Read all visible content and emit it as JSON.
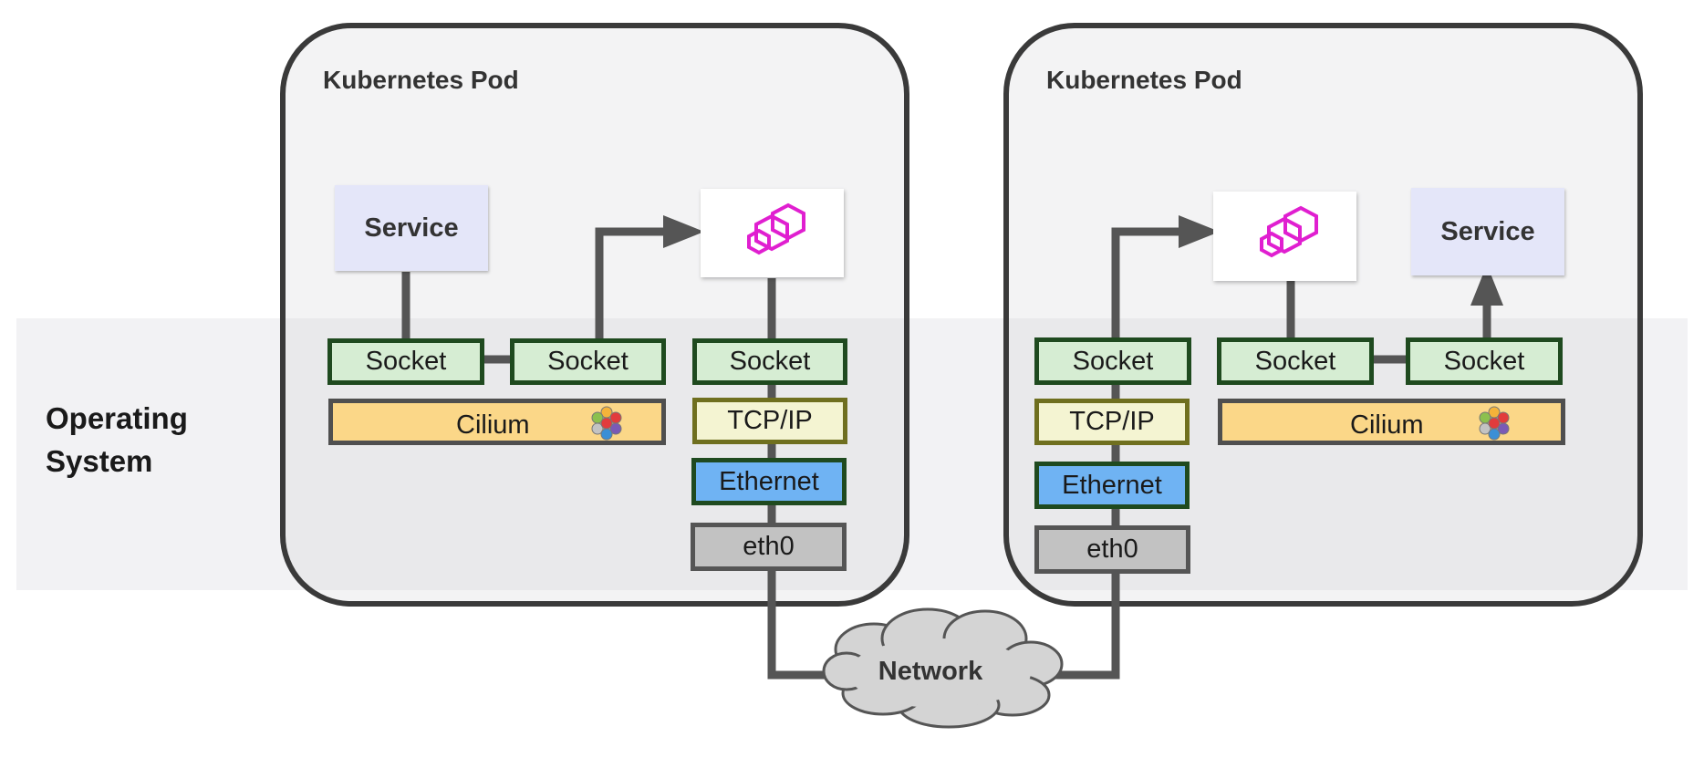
{
  "os_band": {
    "label_line1": "Operating",
    "label_line2": "System"
  },
  "pods": [
    {
      "title": "Kubernetes Pod"
    },
    {
      "title": "Kubernetes Pod"
    }
  ],
  "labels": {
    "service": "Service",
    "socket": "Socket",
    "cilium": "Cilium",
    "tcpip": "TCP/IP",
    "ethernet": "Ethernet",
    "eth0": "eth0",
    "network": "Network"
  },
  "icons": {
    "envoy": "envoy-hexagon-icon",
    "cilium": "cilium-logo-icon"
  },
  "colors": {
    "socket_fill": "#d6edd3",
    "socket_border": "#1f4a1f",
    "tcpip_fill": "#f4f4d2",
    "ethernet_fill": "#6fb3f3",
    "eth0_fill": "#c2c2c2",
    "cilium_fill": "#fbd788",
    "service_fill": "#e4e6f9",
    "envoy_magenta": "#e01fd0",
    "connector": "#555555"
  }
}
